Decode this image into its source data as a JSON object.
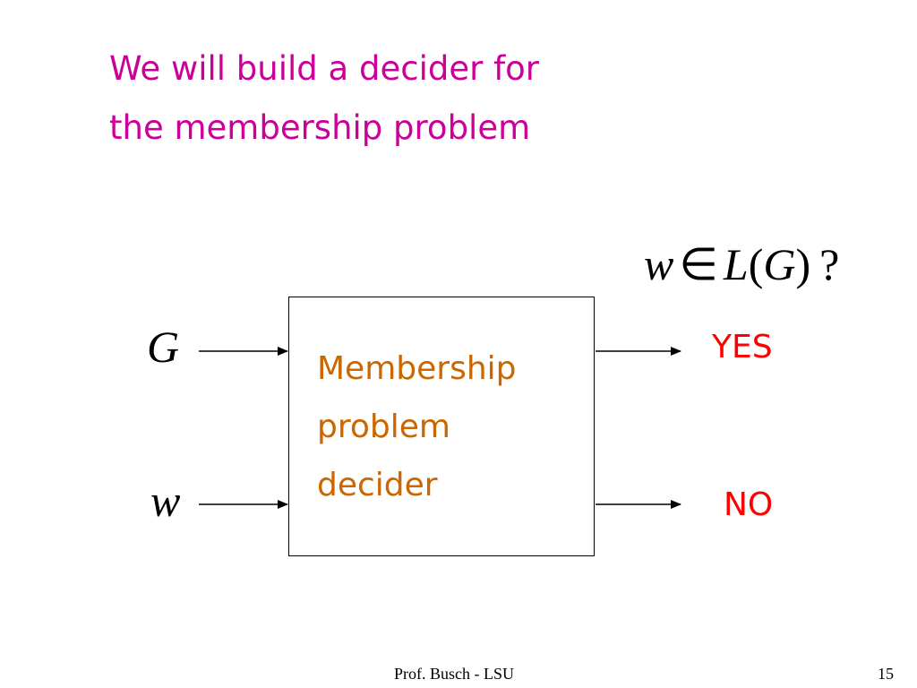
{
  "title": {
    "line1": "We will build a decider for",
    "line2": "the membership problem",
    "color": "#CC0099"
  },
  "question": {
    "w": "w",
    "in": "∈",
    "L": "L",
    "open": "(",
    "G": "G",
    "close": ")",
    "mark": "?"
  },
  "inputs": {
    "grammar": "G",
    "string": "w"
  },
  "decider": {
    "line1": "Membership",
    "line2": "problem",
    "line3": "decider",
    "color": "#CC6600"
  },
  "outputs": {
    "yes": "YES",
    "no": "NO",
    "color": "#FF0000"
  },
  "footer": {
    "author": "Prof. Busch - LSU",
    "page": "15"
  }
}
